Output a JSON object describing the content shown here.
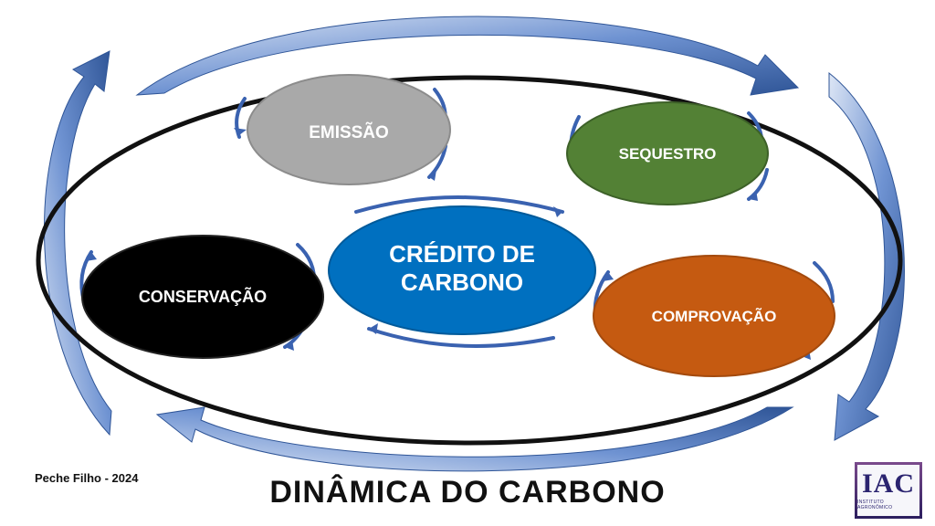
{
  "diagram": {
    "nodes": {
      "emissao": "EMISSÃO",
      "sequestro": "SEQUESTRO",
      "credito_line1": "CRÉDITO DE",
      "credito_line2": "CARBONO",
      "conservacao": "CONSERVAÇÃO",
      "comprovacao": "COMPROVAÇÃO"
    },
    "colors": {
      "emissao": "#a9a9a9",
      "sequestro": "#538135",
      "credito": "#0070c0",
      "conservacao": "#000000",
      "comprovacao": "#c55a11",
      "arrow": "#4472c4"
    }
  },
  "footer": {
    "author": "Peche Filho - 2024",
    "title": "DINÂMICA DO CARBONO"
  },
  "logo": {
    "text": "IAC",
    "subtext": "INSTITUTO AGRONÔMICO"
  }
}
